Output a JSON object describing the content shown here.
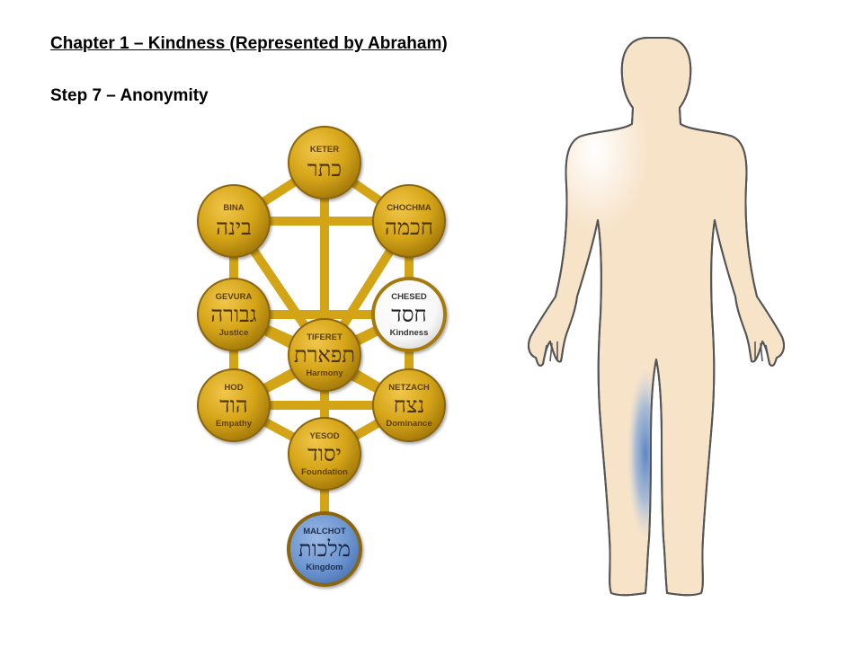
{
  "title": "Chapter 1 – Kindness (Represented by Abraham)",
  "step": "Step 7 – Anonymity",
  "colors": {
    "gold": "#d4a417",
    "gold_dark": "#8a6508",
    "highlight": "#ffffff",
    "blue": "#5b86c4",
    "body_fill": "#f7e3c8",
    "body_outline": "#555555"
  },
  "sefirot": [
    {
      "id": "keter",
      "name": "KETER",
      "hebrew": "כתר",
      "meaning": "",
      "style": "gold"
    },
    {
      "id": "bina",
      "name": "BINA",
      "hebrew": "בינה",
      "meaning": "",
      "style": "gold"
    },
    {
      "id": "chochma",
      "name": "CHOCHMA",
      "hebrew": "חכמה",
      "meaning": "",
      "style": "gold"
    },
    {
      "id": "gevura",
      "name": "GEVURA",
      "hebrew": "גבורה",
      "meaning": "Justice",
      "style": "gold"
    },
    {
      "id": "chesed",
      "name": "CHESED",
      "hebrew": "חסד",
      "meaning": "Kindness",
      "style": "white"
    },
    {
      "id": "tiferet",
      "name": "TIFERET",
      "hebrew": "תפארת",
      "meaning": "Harmony",
      "style": "gold"
    },
    {
      "id": "hod",
      "name": "HOD",
      "hebrew": "הוד",
      "meaning": "Empathy",
      "style": "gold"
    },
    {
      "id": "netzach",
      "name": "NETZACH",
      "hebrew": "נצח",
      "meaning": "Dominance",
      "style": "gold"
    },
    {
      "id": "yesod",
      "name": "YESOD",
      "hebrew": "יסוד",
      "meaning": "Foundation",
      "style": "gold"
    },
    {
      "id": "malchot",
      "name": "MALCHOT",
      "hebrew": "מלכות",
      "meaning": "Kingdom",
      "style": "blue"
    }
  ],
  "body_highlight": "left-leg"
}
